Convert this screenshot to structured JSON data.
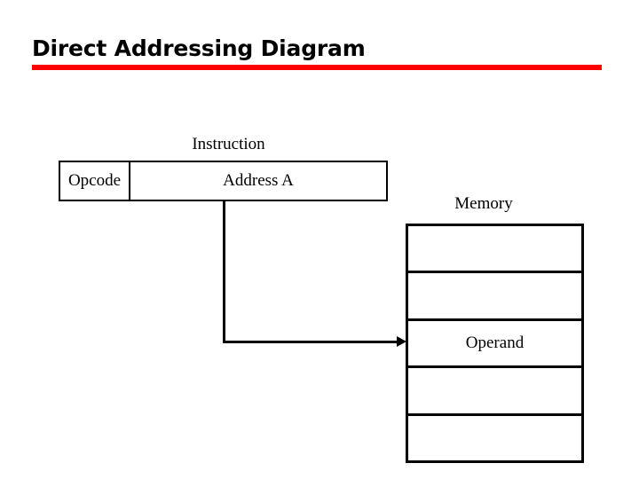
{
  "slide": {
    "title": "Direct Addressing Diagram",
    "accent_color": "#FF0000",
    "background_color": "#FFFFFF",
    "line_color": "#000000"
  },
  "instruction": {
    "label": "Instruction",
    "fields": [
      {
        "name": "opcode",
        "text": "Opcode"
      },
      {
        "name": "address",
        "text": "Address A"
      }
    ]
  },
  "memory": {
    "label": "Memory",
    "rows": [
      {
        "text": ""
      },
      {
        "text": ""
      },
      {
        "text": "Operand"
      },
      {
        "text": ""
      },
      {
        "text": ""
      }
    ]
  },
  "connector": {
    "from": "address-field",
    "to": "memory-row-operand",
    "arrow_icon": "arrow-right-icon"
  }
}
